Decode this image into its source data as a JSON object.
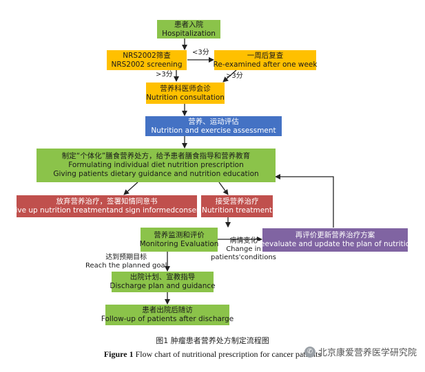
{
  "nodes": {
    "hospitalization": {
      "cn": "患者入院",
      "en": "Hospitalization"
    },
    "screening": {
      "cn": "NRS2002筛查",
      "en": "NRS2002 screening"
    },
    "reexamine": {
      "cn": "一周后复查",
      "en": "Re-examined after one week"
    },
    "consultation": {
      "cn": "营养科医师会诊",
      "en": "Nutrition consultation"
    },
    "assessment": {
      "cn": "营养、运动评估",
      "en": "Nutrition and exercise assessment"
    },
    "prescription": {
      "cn": "制定“个体化”膳食营养处方，给予患者膳食指导和营养教育",
      "en1": "Formulating individual diet nutrition prescription",
      "en2": "Giving patients dietary guidance and nutrition education"
    },
    "give_up": {
      "cn": "放弃营养治疗，签署知情同意书",
      "en": "Give up nutrition treatmentand sign informedconsent"
    },
    "accept": {
      "cn": "接受营养治疗",
      "en": "Nutrition treatment"
    },
    "monitoring": {
      "cn": "营养监测和评价",
      "en": "Monitoring Evaluation"
    },
    "reevaluate": {
      "cn": "再评价更新营养治疗方案",
      "en": "Reevaluate and update the plan of nutrition"
    },
    "discharge": {
      "cn": "出院计划、宣教指导",
      "en": "Discharge plan and guidance"
    },
    "followup": {
      "cn": "患者出院后随访",
      "en": "Follow-up of patients after discharge"
    }
  },
  "labels": {
    "lt3": "<3分",
    "gt3_left": ">3分",
    "gt3_right": ">3分",
    "change_cn": "病情变化",
    "change_en1": "Change in",
    "change_en2": "patients'conditions",
    "reach_cn": "达到预期目标",
    "reach_en": "Reach the planned goal"
  },
  "caption": {
    "cn": "图1 肿瘤患者营养处方制定流程图",
    "en_bold": "Figure 1",
    "en_text": " Flow chart of nutritional prescription for cancer patients"
  },
  "watermark": {
    "text": "北京康爱营养医学研究院",
    "icon": "wechat-icon"
  },
  "colors": {
    "green": "#8bc34a",
    "yellow": "#ffc000",
    "blue": "#4472c4",
    "red": "#c0504d",
    "purple": "#8064a2"
  }
}
